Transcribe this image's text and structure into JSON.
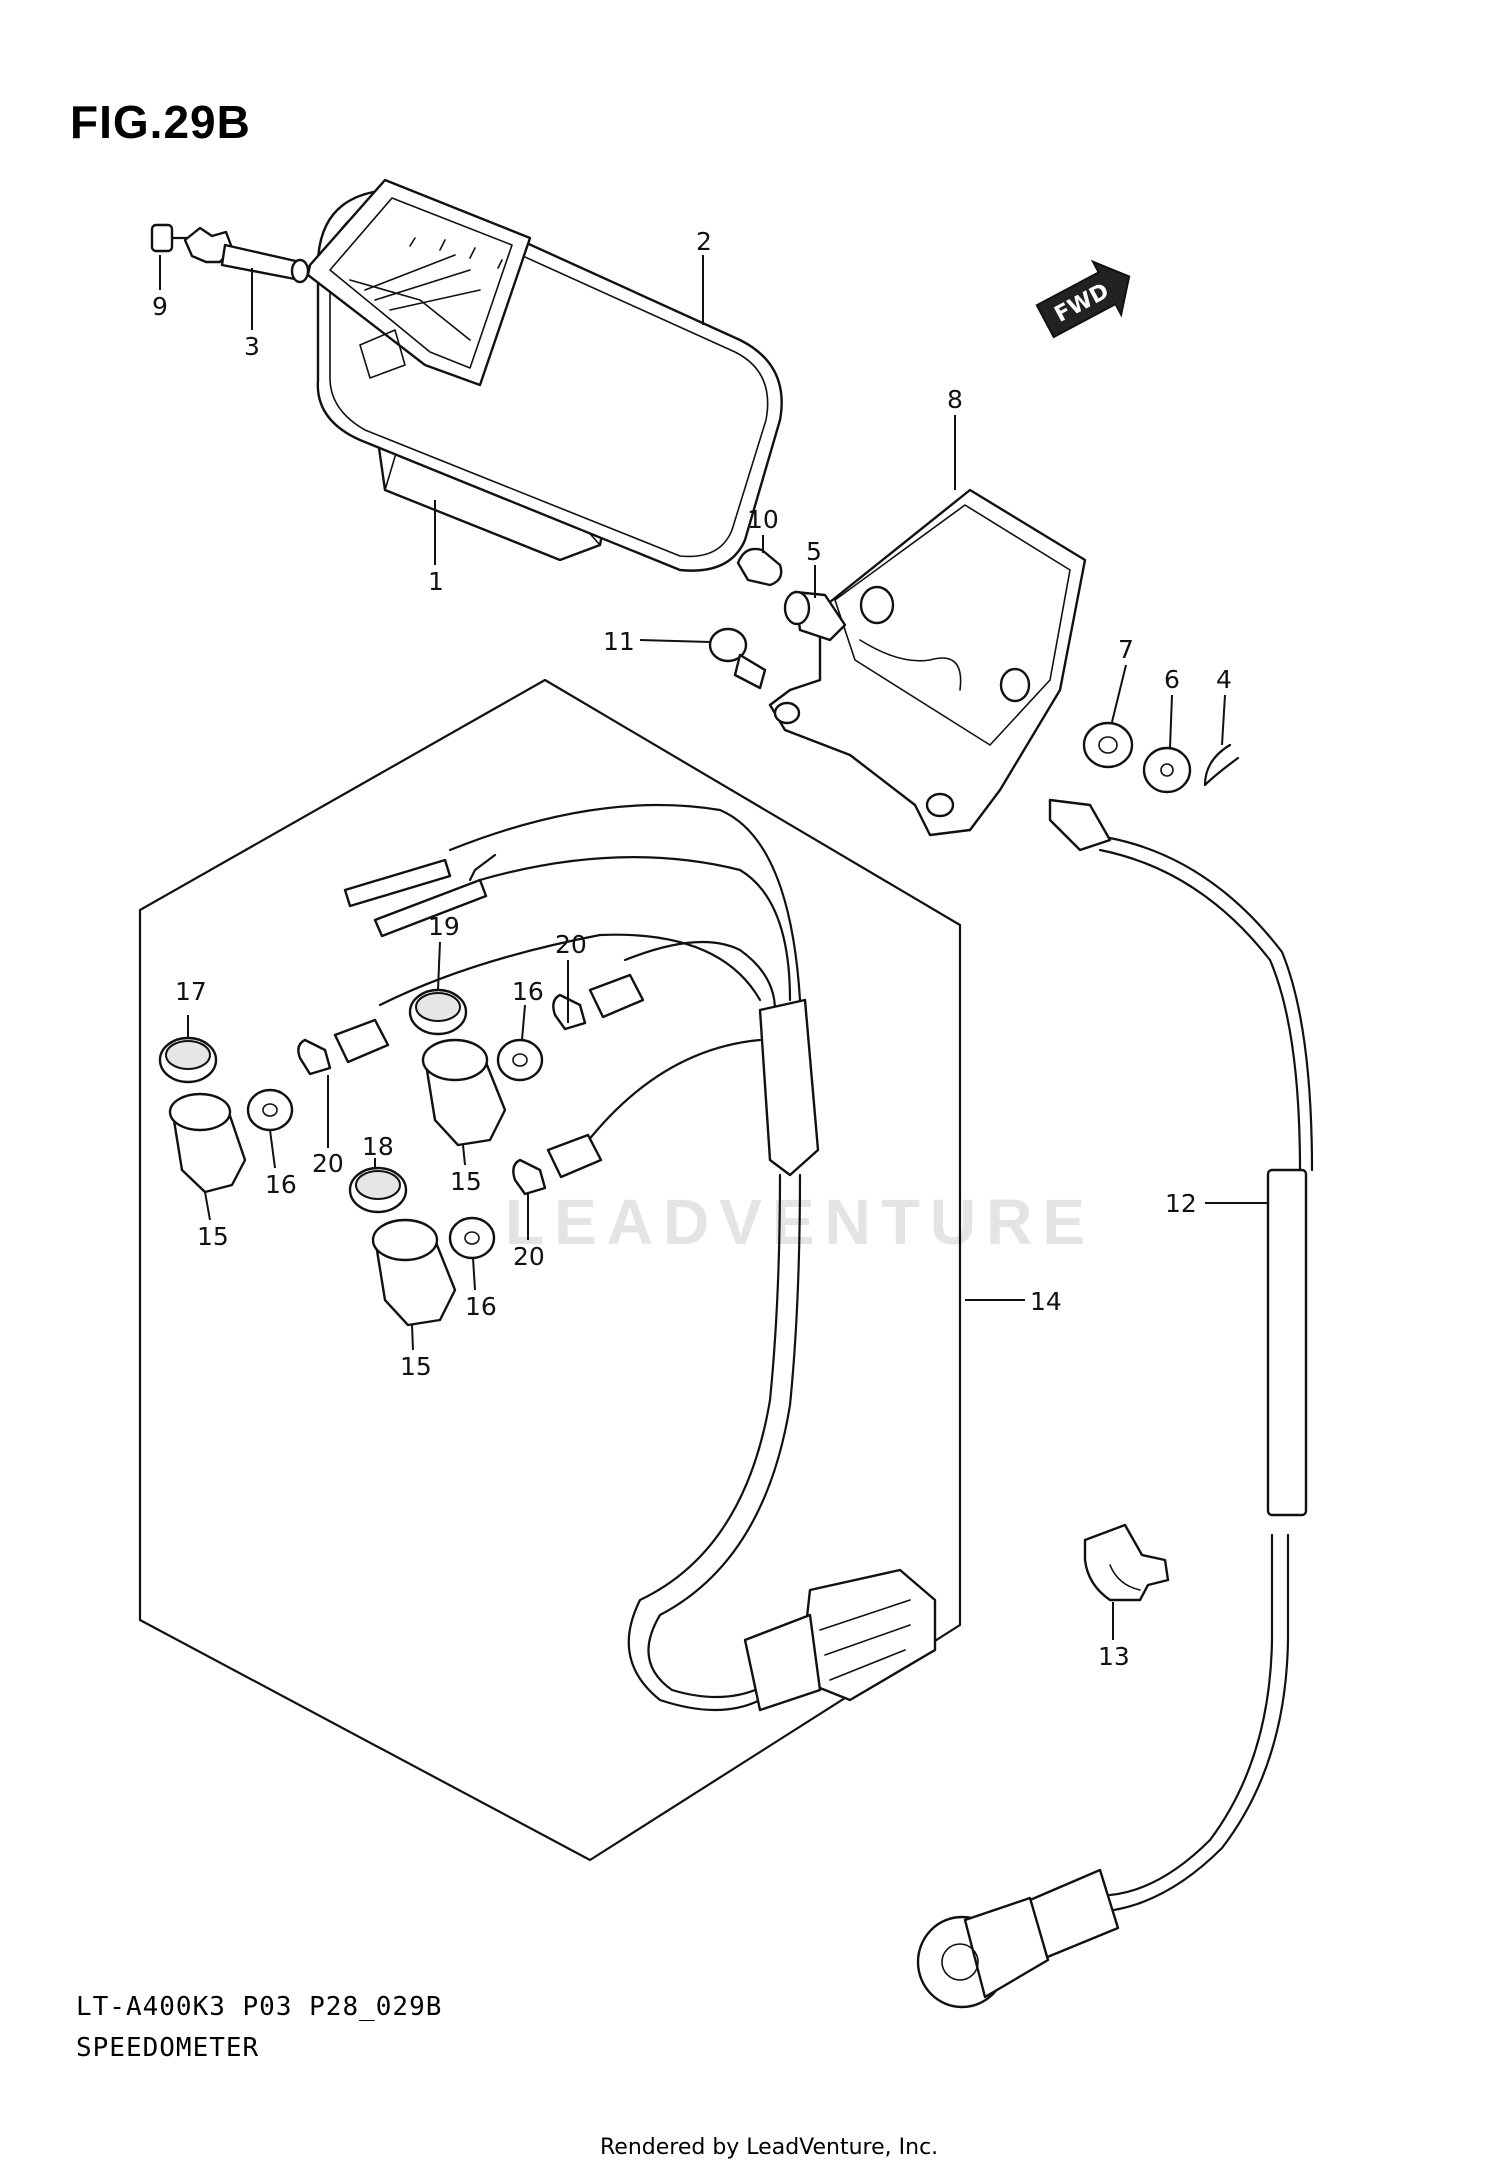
{
  "figure_title": "FIG.29B",
  "model_code": "LT-A400K3 P03 P28_029B",
  "assembly_name": "SPEEDOMETER",
  "credit": "Rendered by LeadVenture, Inc.",
  "watermark": "LEADVENTURE",
  "direction_badge": "FWD",
  "callouts": [
    {
      "id": "c1",
      "label": "1"
    },
    {
      "id": "c2",
      "label": "2"
    },
    {
      "id": "c3",
      "label": "3"
    },
    {
      "id": "c4",
      "label": "4"
    },
    {
      "id": "c5",
      "label": "5"
    },
    {
      "id": "c6",
      "label": "6"
    },
    {
      "id": "c7",
      "label": "7"
    },
    {
      "id": "c8",
      "label": "8"
    },
    {
      "id": "c9",
      "label": "9"
    },
    {
      "id": "c10",
      "label": "10"
    },
    {
      "id": "c11",
      "label": "11"
    },
    {
      "id": "c12",
      "label": "12"
    },
    {
      "id": "c13",
      "label": "13"
    },
    {
      "id": "c14",
      "label": "14"
    },
    {
      "id": "c15a",
      "label": "15"
    },
    {
      "id": "c15b",
      "label": "15"
    },
    {
      "id": "c15c",
      "label": "15"
    },
    {
      "id": "c16a",
      "label": "16"
    },
    {
      "id": "c16b",
      "label": "16"
    },
    {
      "id": "c16c",
      "label": "16"
    },
    {
      "id": "c17",
      "label": "17"
    },
    {
      "id": "c18",
      "label": "18"
    },
    {
      "id": "c19",
      "label": "19"
    },
    {
      "id": "c20a",
      "label": "20"
    },
    {
      "id": "c20b",
      "label": "20"
    },
    {
      "id": "c20c",
      "label": "20"
    }
  ]
}
